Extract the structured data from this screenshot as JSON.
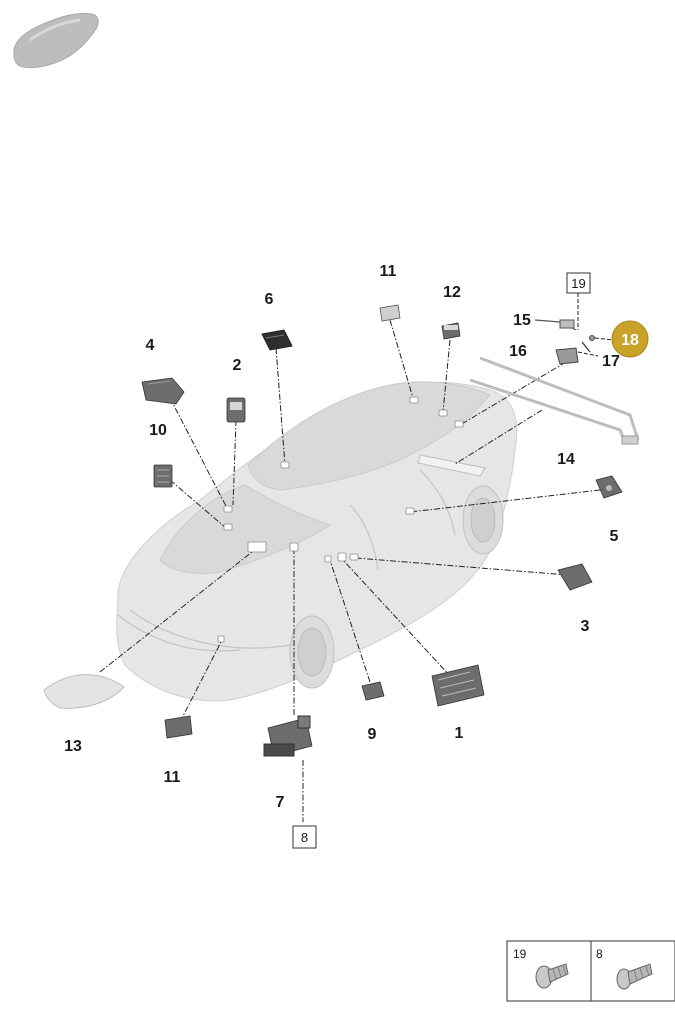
{
  "callouts": {
    "c1": "1",
    "c2": "2",
    "c3": "3",
    "c4": "4",
    "c5": "5",
    "c6": "6",
    "c7": "7",
    "c9": "9",
    "c10": "10",
    "c11a": "11",
    "c11b": "11",
    "c12": "12",
    "c13": "13",
    "c14": "14",
    "c15": "15",
    "c16": "16",
    "c17": "17",
    "c18": "18"
  },
  "boxed": {
    "b19": "19",
    "b8": "8"
  },
  "legend": {
    "item1": "19",
    "item2": "8"
  },
  "colors": {
    "highlight": "#c9a227",
    "highlight_text": "#ffffff",
    "car_body": "#e6e6e6",
    "line": "#222222"
  },
  "icons": {
    "thumbnail": "car-thumbnail-icon"
  }
}
